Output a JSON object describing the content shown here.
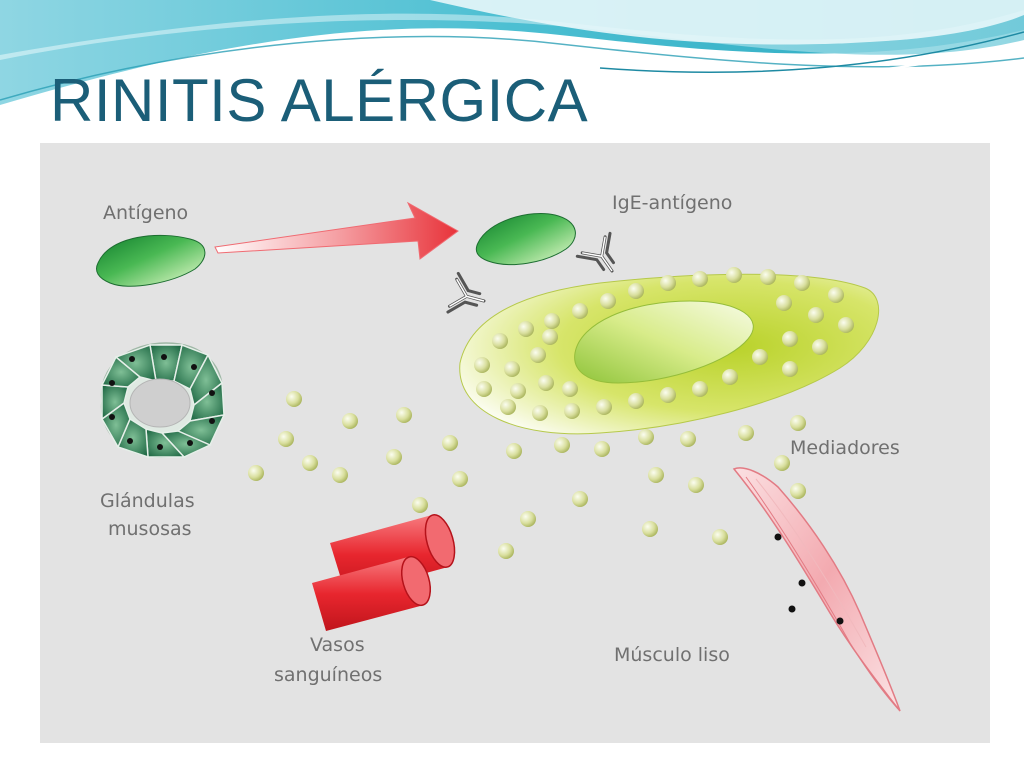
{
  "slide": {
    "title": "RINITIS ALÉRGICA"
  },
  "diagram": {
    "labels": {
      "antigen": "Antígeno",
      "ige_antigen": "IgE-antígeno",
      "mediators": "Mediadores",
      "glands_line1": "Glándulas",
      "glands_line2": "musosas",
      "vessels_line1": "Vasos",
      "vessels_line2": "sanguíneos",
      "muscle": "Músculo liso"
    }
  },
  "colors": {
    "title": "#1b5e78",
    "panel_bg": "#e3e3e3",
    "label_text": "#707070",
    "banner_teal": "#3fb6c9",
    "antigen_green": "#3aa845",
    "arrow_red": "#e8333a",
    "mast_cell_yellow": "#c7dc3a",
    "granule": "#d4dc8c",
    "gland_green": "#1e6b45",
    "vessel_red": "#e6262e",
    "muscle_pink": "#f2a8ae"
  }
}
